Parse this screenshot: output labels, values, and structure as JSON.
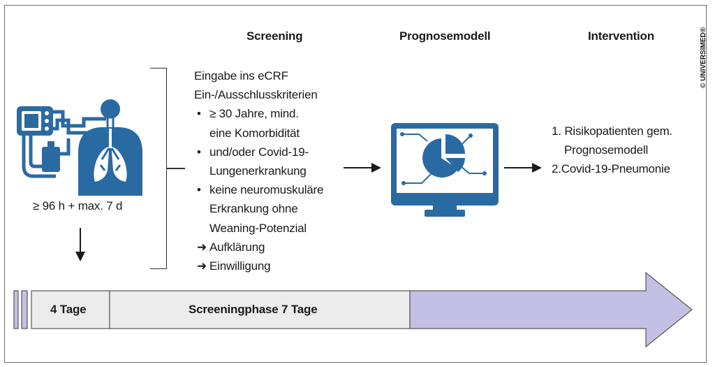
{
  "headers": {
    "screening": "Screening",
    "prognosemodell": "Prognosemodell",
    "intervention": "Intervention"
  },
  "copyright": "© UNIVERSIMED®",
  "duration_label": "≥ 96 h + max. 7 d",
  "screening_block": {
    "line1": "Eingabe ins eCRF",
    "line2": "Ein-/Ausschlusskriterien",
    "criteria": [
      [
        "≥ 30 Jahre, mind.",
        "eine Komorbidität"
      ],
      [
        "und/oder Covid-19-",
        "Lungenerkrankung"
      ],
      [
        "keine neuromuskuläre",
        "Erkrankung ohne",
        "Weaning-Potenzial"
      ]
    ],
    "steps": [
      "Aufklärung",
      "Einwilligung"
    ]
  },
  "intervention_block": {
    "items": [
      [
        "1.",
        "Risikopatienten gem.",
        "Prognosemodell"
      ],
      [
        "2.",
        "Covid-19-Pneumonie"
      ]
    ]
  },
  "timeline": {
    "phase1": "4 Tage",
    "phase2": "Screeningphase 7 Tage"
  },
  "colors": {
    "icon_blue": "#2a6aa3",
    "lavender": "#c4bfe4",
    "gray_box": "#ececec",
    "stroke": "#555555"
  }
}
